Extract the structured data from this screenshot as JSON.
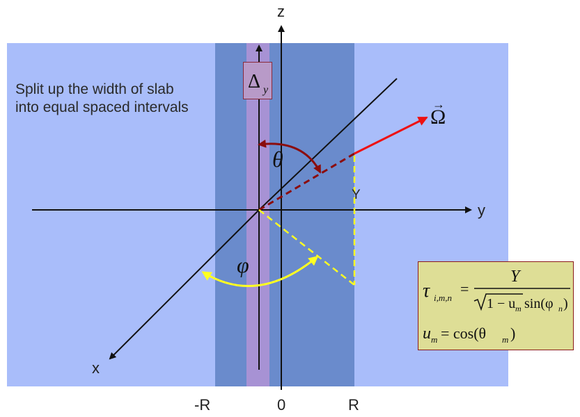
{
  "caption": "Split up the width of slab\ninto equal spaced intervals",
  "axes": {
    "z": "z",
    "y": "y",
    "x": "x"
  },
  "ticks": {
    "neg_r": "-R",
    "zero": "0",
    "pos_r": "R"
  },
  "labels": {
    "delta": "Δ",
    "delta_sub": "y",
    "theta": "θ",
    "phi": "φ",
    "omega": "Ω",
    "omega_vec": "→",
    "y_len": "Y"
  },
  "formula": {
    "tau": "τ",
    "tau_sub": "i,m,n",
    "numerator": "Y",
    "eq": "=",
    "denominator": "1 − u",
    "den_sub": "m",
    "den_tail": "sin(φ",
    "den_tail_sub": "n",
    "den_close": ")",
    "u": "u",
    "u_sub": "m",
    "u_rhs": "= cos(θ",
    "u_rhs_sub": "m",
    "u_close": ")"
  },
  "colors": {
    "background_light": "#a9bdfa",
    "slab": "#6a8bcc",
    "interval_strip": "#a792d4",
    "omega_arrow": "#ee1111",
    "theta_arc": "#8b0d0d",
    "phi_arc": "#ffff22",
    "formula_bg": "#dede96"
  }
}
